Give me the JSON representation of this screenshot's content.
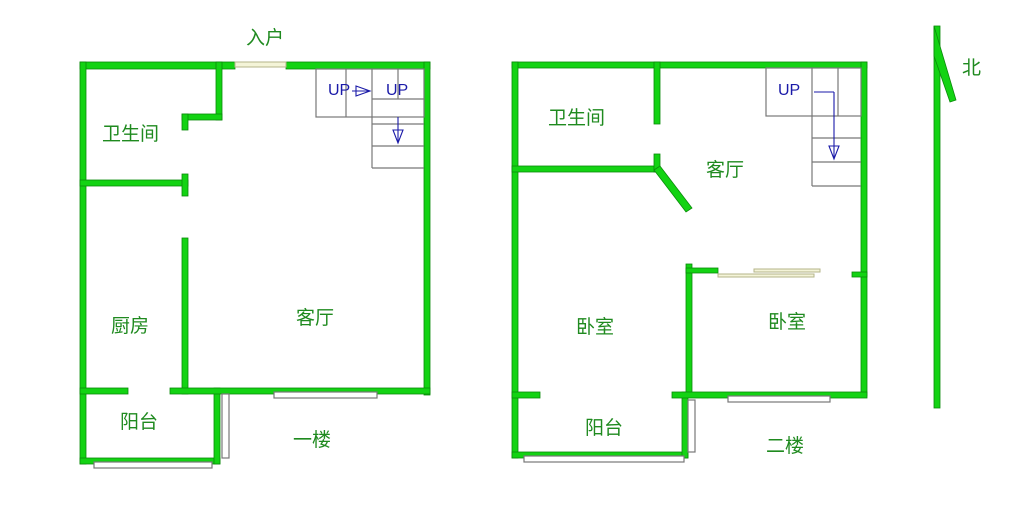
{
  "floor1": {
    "entrance": "入户",
    "bathroom": "卫生间",
    "kitchen": "厨房",
    "living": "客厅",
    "balcony": "阳台",
    "floor_name": "一楼",
    "up1": "UP",
    "up2": "UP"
  },
  "floor2": {
    "bathroom": "卫生间",
    "living": "客厅",
    "bedroom_left": "卧室",
    "bedroom_right": "卧室",
    "balcony": "阳台",
    "floor_name": "二楼",
    "up": "UP"
  },
  "compass": {
    "north": "北"
  },
  "colors": {
    "wall": "#13d313",
    "label": "#1f8a1f",
    "stair_text": "#1a1aa8"
  }
}
